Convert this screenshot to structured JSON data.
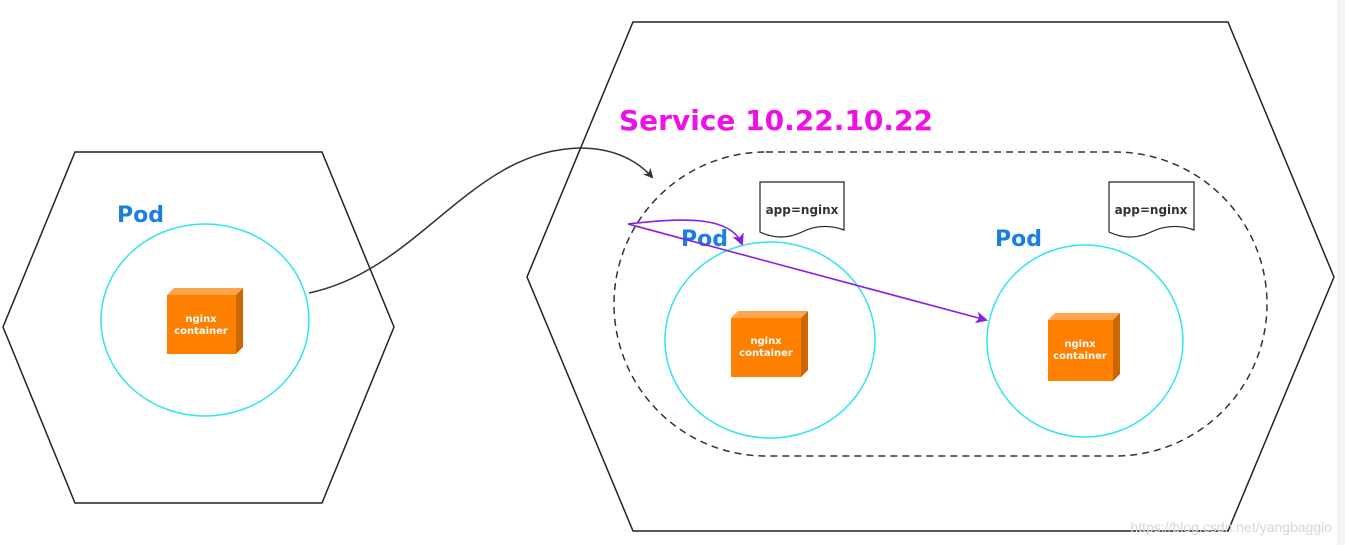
{
  "left_pod": {
    "label": "Pod",
    "container": {
      "line1": "nginx",
      "line2": "container"
    }
  },
  "service": {
    "title": "Service 10.22.10.22",
    "pods": [
      {
        "label": "Pod",
        "tag": "app=nginx",
        "container": {
          "line1": "nginx",
          "line2": "container"
        }
      },
      {
        "label": "Pod",
        "tag": "app=nginx",
        "container": {
          "line1": "nginx",
          "line2": "container"
        }
      }
    ]
  },
  "watermark": "https://blog.csdn.net/yangbaggio",
  "colors": {
    "pod_label": "#1a7fe0",
    "service_title": "#ee10e6",
    "pod_circle": "#33e3ee",
    "container": "#ff7f00",
    "arrow_purple": "#8a1ee8",
    "arrow_dark": "#333333",
    "outline": "#222222"
  }
}
